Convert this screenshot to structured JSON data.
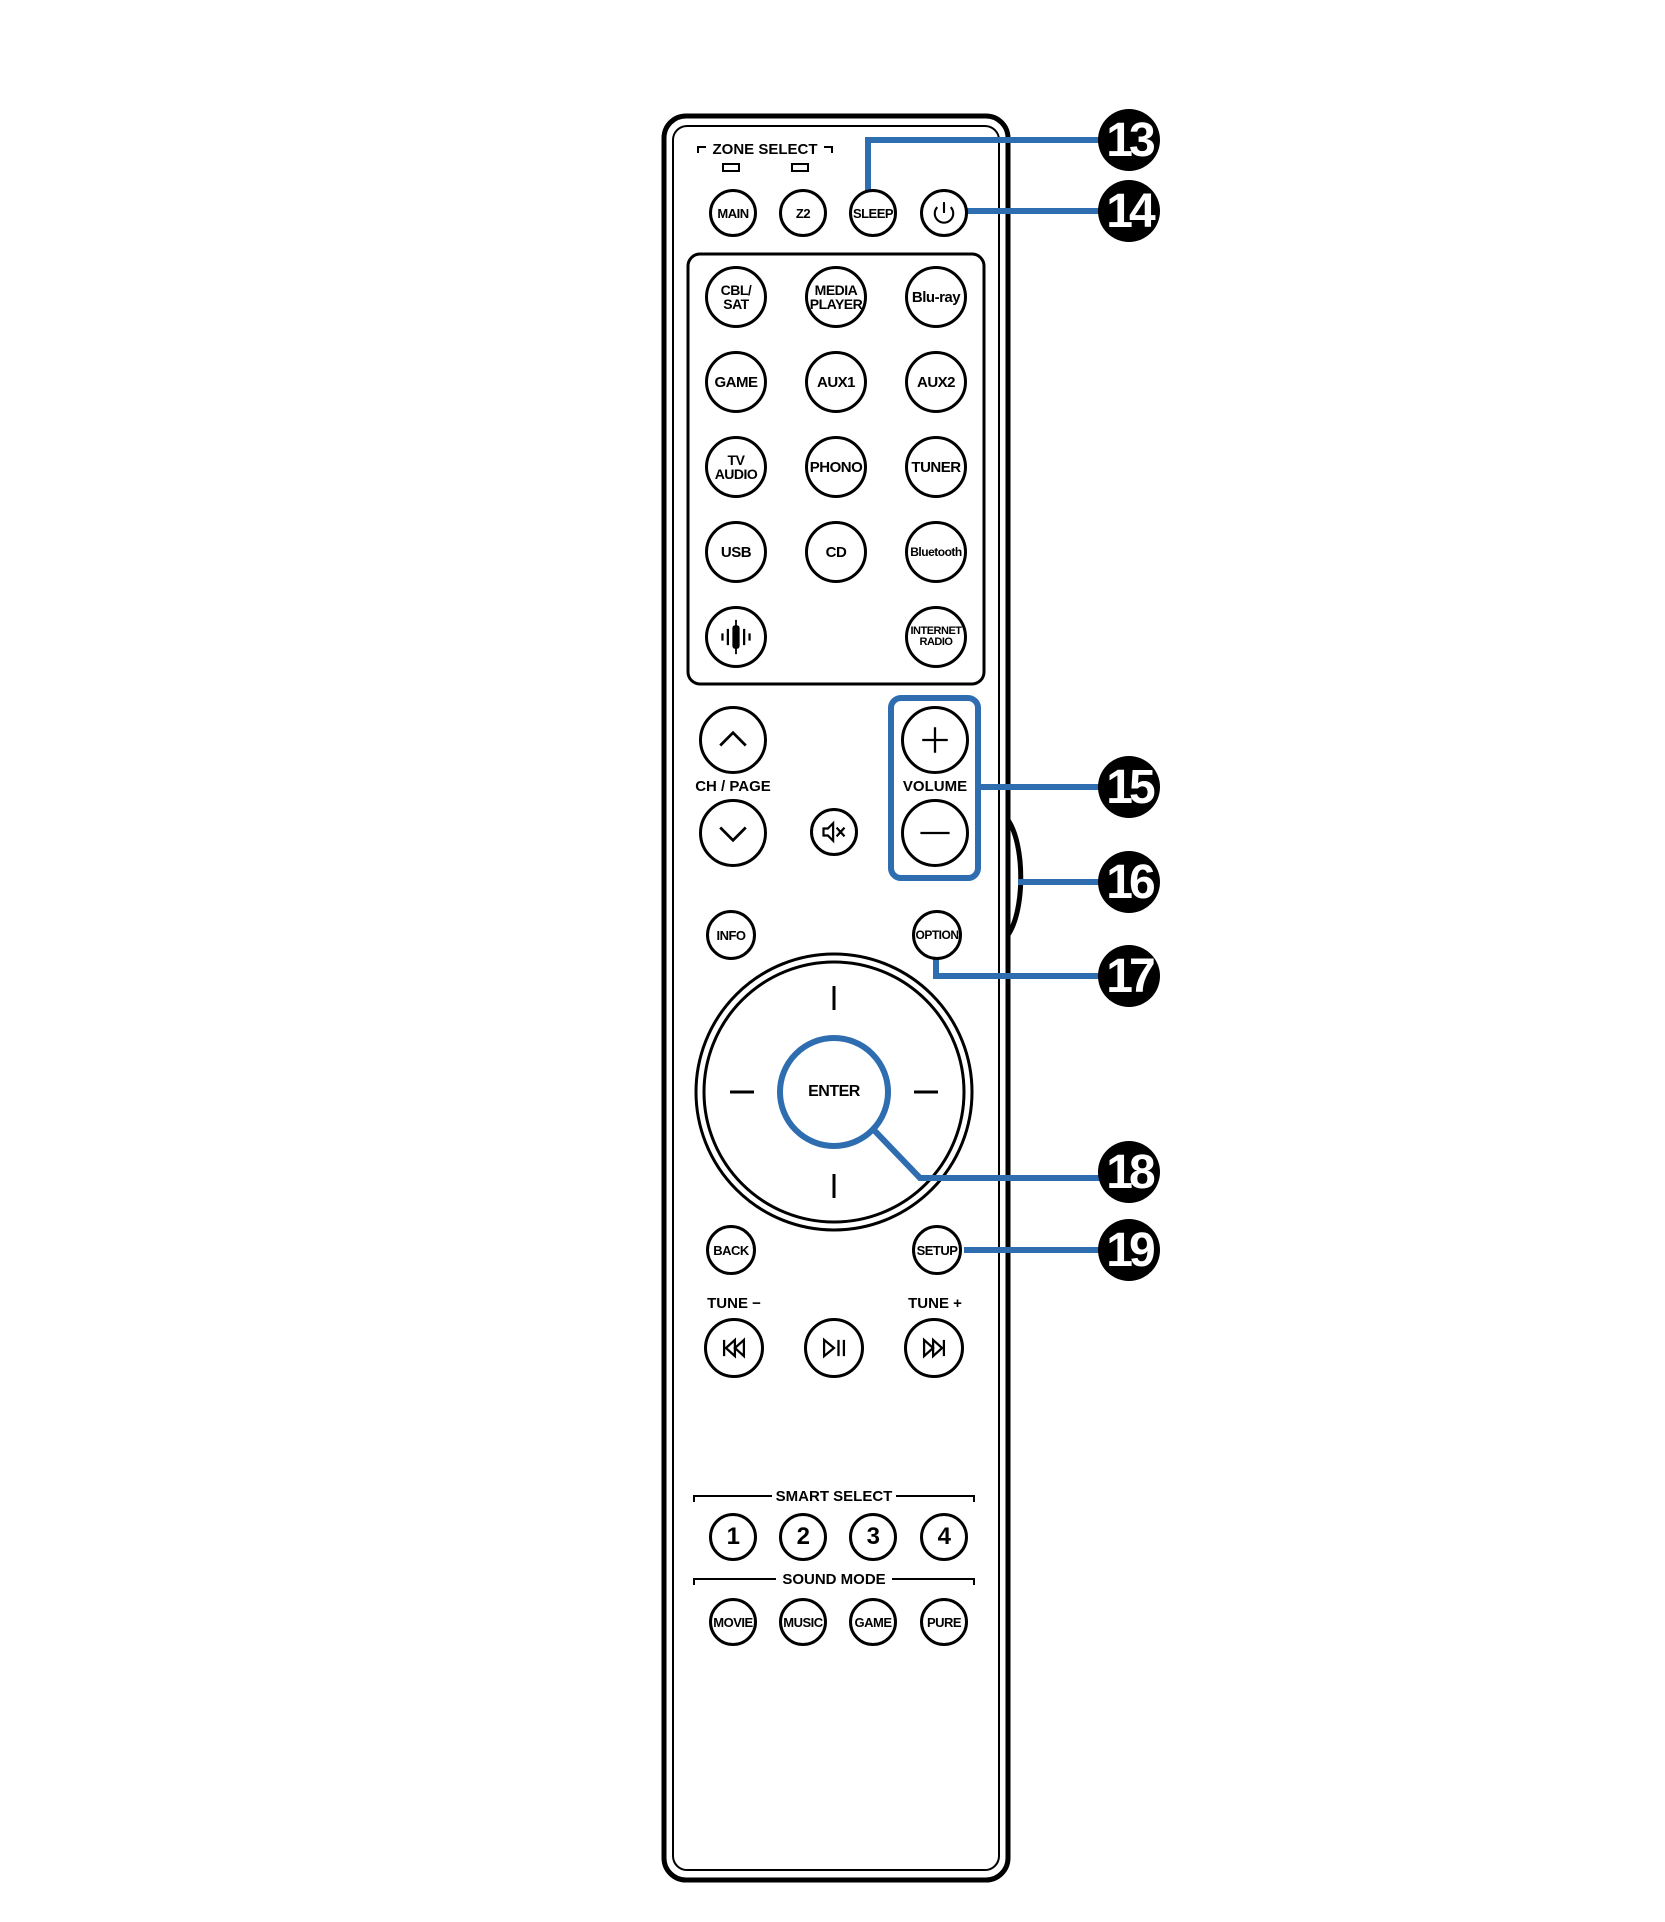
{
  "remote": {
    "zone_select_label": "ZONE SELECT",
    "top_buttons": [
      {
        "label": "MAIN"
      },
      {
        "label": "Z2"
      },
      {
        "label": "SLEEP"
      },
      {
        "label": "",
        "icon": "power-icon"
      }
    ],
    "source_buttons": [
      {
        "label": "CBL/\nSAT"
      },
      {
        "label": "MEDIA\nPLAYER"
      },
      {
        "label": "Blu-ray"
      },
      {
        "label": "GAME"
      },
      {
        "label": "AUX1"
      },
      {
        "label": "AUX2"
      },
      {
        "label": "TV\nAUDIO"
      },
      {
        "label": "PHONO"
      },
      {
        "label": "TUNER"
      },
      {
        "label": "USB"
      },
      {
        "label": "CD"
      },
      {
        "label": "Bluetooth"
      },
      {
        "label": "",
        "icon": "heos-icon"
      },
      {
        "label": "INTERNET\nRADIO"
      }
    ],
    "ch_page_label": "CH / PAGE",
    "volume_label": "VOLUME",
    "info_label": "INFO",
    "option_label": "OPTION",
    "enter_label": "ENTER",
    "back_label": "BACK",
    "setup_label": "SETUP",
    "tune_minus_label": "TUNE −",
    "tune_plus_label": "TUNE +",
    "smart_select_label": "SMART SELECT",
    "smart_select_buttons": [
      {
        "label": "1"
      },
      {
        "label": "2"
      },
      {
        "label": "3"
      },
      {
        "label": "4"
      }
    ],
    "sound_mode_label": "SOUND MODE",
    "sound_mode_buttons": [
      {
        "label": "MOVIE"
      },
      {
        "label": "MUSIC"
      },
      {
        "label": "GAME"
      },
      {
        "label": "PURE"
      }
    ]
  },
  "callouts": {
    "sleep": "13",
    "power": "14",
    "volume": "15",
    "side_dial": "16",
    "option": "17",
    "enter": "18",
    "setup": "19"
  },
  "colors": {
    "highlight": "#2e6db0",
    "outline": "#000000",
    "callout_fill": "#000000",
    "callout_text": "#ffffff"
  }
}
